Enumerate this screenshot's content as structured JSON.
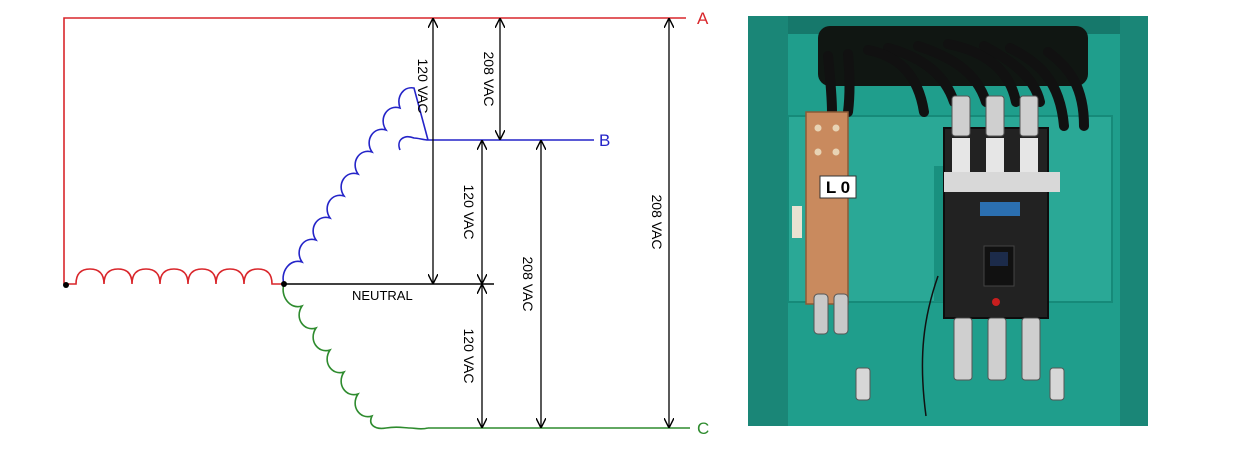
{
  "diagram": {
    "phases": [
      {
        "label": "A",
        "color": "#d9262b"
      },
      {
        "label": "B",
        "color": "#2424c8"
      },
      {
        "label": "C",
        "color": "#2e8b2e"
      }
    ],
    "neutral_label": "NEUTRAL",
    "voltages": {
      "a_to_neutral": "120 VAC",
      "a_to_b": "208 VAC",
      "b_to_neutral": "120 VAC",
      "b_to_c": "208 VAC",
      "neutral_to_c": "120 VAC",
      "a_to_c": "208 VAC"
    }
  },
  "photo": {
    "tag_label": "L 0",
    "colors": {
      "enclosure": "#1f9e8c",
      "panel": "#2aa896",
      "copper": "#c98a5e",
      "breaker": "#222222"
    }
  }
}
